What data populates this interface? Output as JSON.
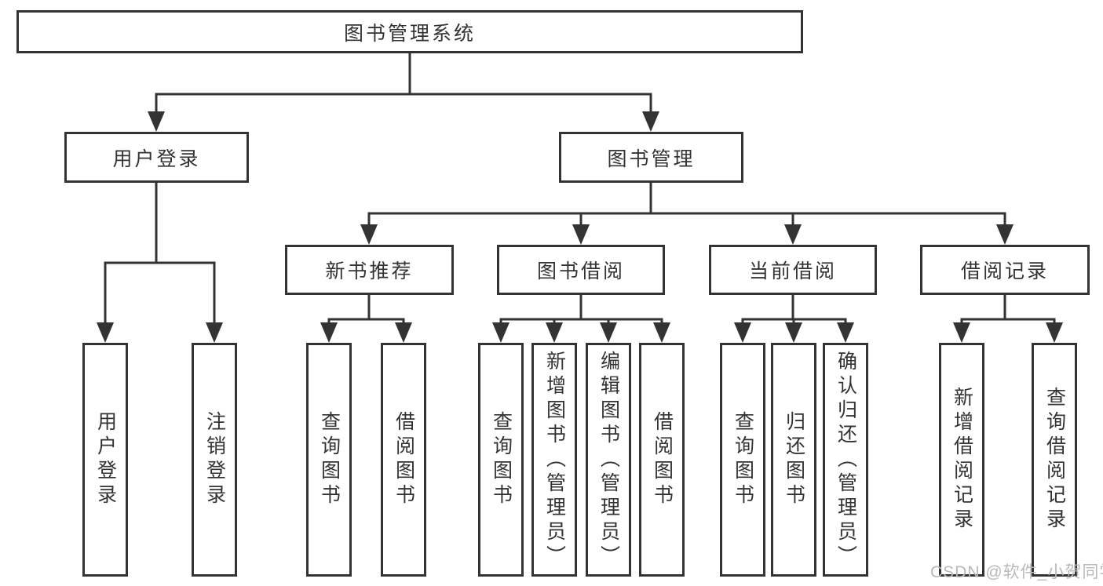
{
  "tree": {
    "root": "图书管理系统",
    "branches": [
      {
        "label": "用户登录",
        "children": [
          {
            "label": "用户登录"
          },
          {
            "label": "注销登录"
          }
        ]
      },
      {
        "label": "图书管理",
        "children": [
          {
            "label": "新书推荐",
            "children": [
              {
                "label": "查询图书"
              },
              {
                "label": "借阅图书"
              }
            ]
          },
          {
            "label": "图书借阅",
            "children": [
              {
                "label": "查询图书"
              },
              {
                "label": "新增图书（管理员）"
              },
              {
                "label": "编辑图书（管理员）"
              },
              {
                "label": "借阅图书"
              }
            ]
          },
          {
            "label": "当前借阅",
            "children": [
              {
                "label": "查询图书"
              },
              {
                "label": "归还图书"
              },
              {
                "label": "确认归还（管理员）"
              }
            ]
          },
          {
            "label": "借阅记录",
            "children": [
              {
                "label": "新增借阅记录"
              },
              {
                "label": "查询借阅记录"
              }
            ]
          }
        ]
      }
    ]
  },
  "watermark": "CSDN @软件_小贺同学",
  "colors": {
    "line": "#333333",
    "text": "#333333",
    "box_background": "#ffffff",
    "watermark": "#b9b9b9",
    "page_background": "#ffffff"
  }
}
